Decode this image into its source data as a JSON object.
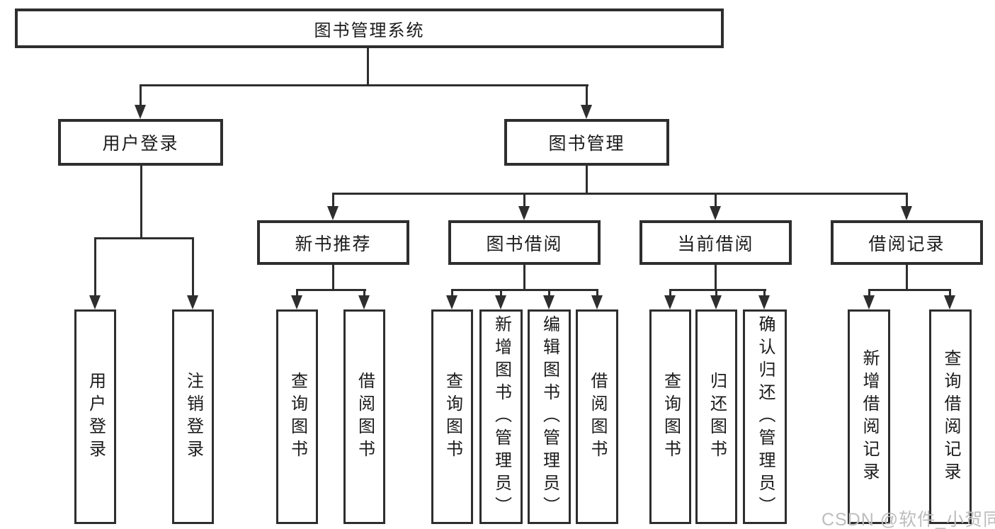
{
  "tree": {
    "root": {
      "label": "图书管理系统",
      "children": [
        {
          "label": "用户登录",
          "children": [
            {
              "label": "用户登录"
            },
            {
              "label": "注销登录"
            }
          ]
        },
        {
          "label": "图书管理",
          "children": [
            {
              "label": "新书推荐",
              "children": [
                {
                  "label": "查询图书"
                },
                {
                  "label": "借阅图书"
                }
              ]
            },
            {
              "label": "图书借阅",
              "children": [
                {
                  "label": "查询图书"
                },
                {
                  "label": "新增图书（管理员）"
                },
                {
                  "label": "编辑图书（管理员）"
                },
                {
                  "label": "借阅图书"
                }
              ]
            },
            {
              "label": "当前借阅",
              "children": [
                {
                  "label": "查询图书"
                },
                {
                  "label": "归还图书"
                },
                {
                  "label": "确认归还（管理员）"
                }
              ]
            },
            {
              "label": "借阅记录",
              "children": [
                {
                  "label": "新增借阅记录"
                },
                {
                  "label": "查询借阅记录"
                }
              ]
            }
          ]
        }
      ]
    }
  },
  "watermark": {
    "text": "CSDN @软件_小贺同学"
  },
  "colors": {
    "line": "#2e2e2e",
    "text": "#1b1b1b",
    "watermark": "#bdbdbd",
    "background": "#ffffff"
  }
}
